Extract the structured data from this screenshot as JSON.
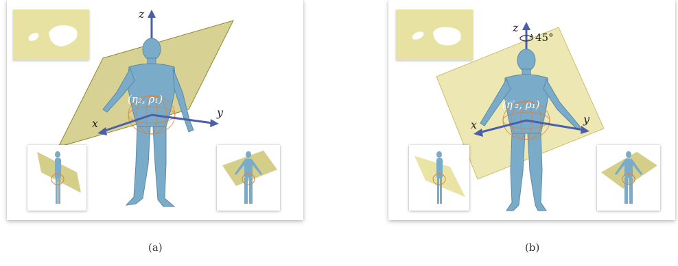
{
  "figure": {
    "colors": {
      "plane": "#b7ad3a",
      "plane_b": "#e7e09a",
      "body": "#7aabc8",
      "axis": "#4a5fa8",
      "silhouette_bg": "#e8e2a2",
      "ellipsoid": "#d9823f"
    },
    "panel_a": {
      "caption": "(a)",
      "axis_x": "x",
      "axis_y": "y",
      "axis_z": "z",
      "param_label": "(η₂, ρ₁)"
    },
    "panel_b": {
      "caption": "(b)",
      "axis_x": "x",
      "axis_y": "y",
      "axis_z": "z",
      "rotation_label": "45°",
      "param_label": "(η′₂, ρ₁)"
    }
  }
}
